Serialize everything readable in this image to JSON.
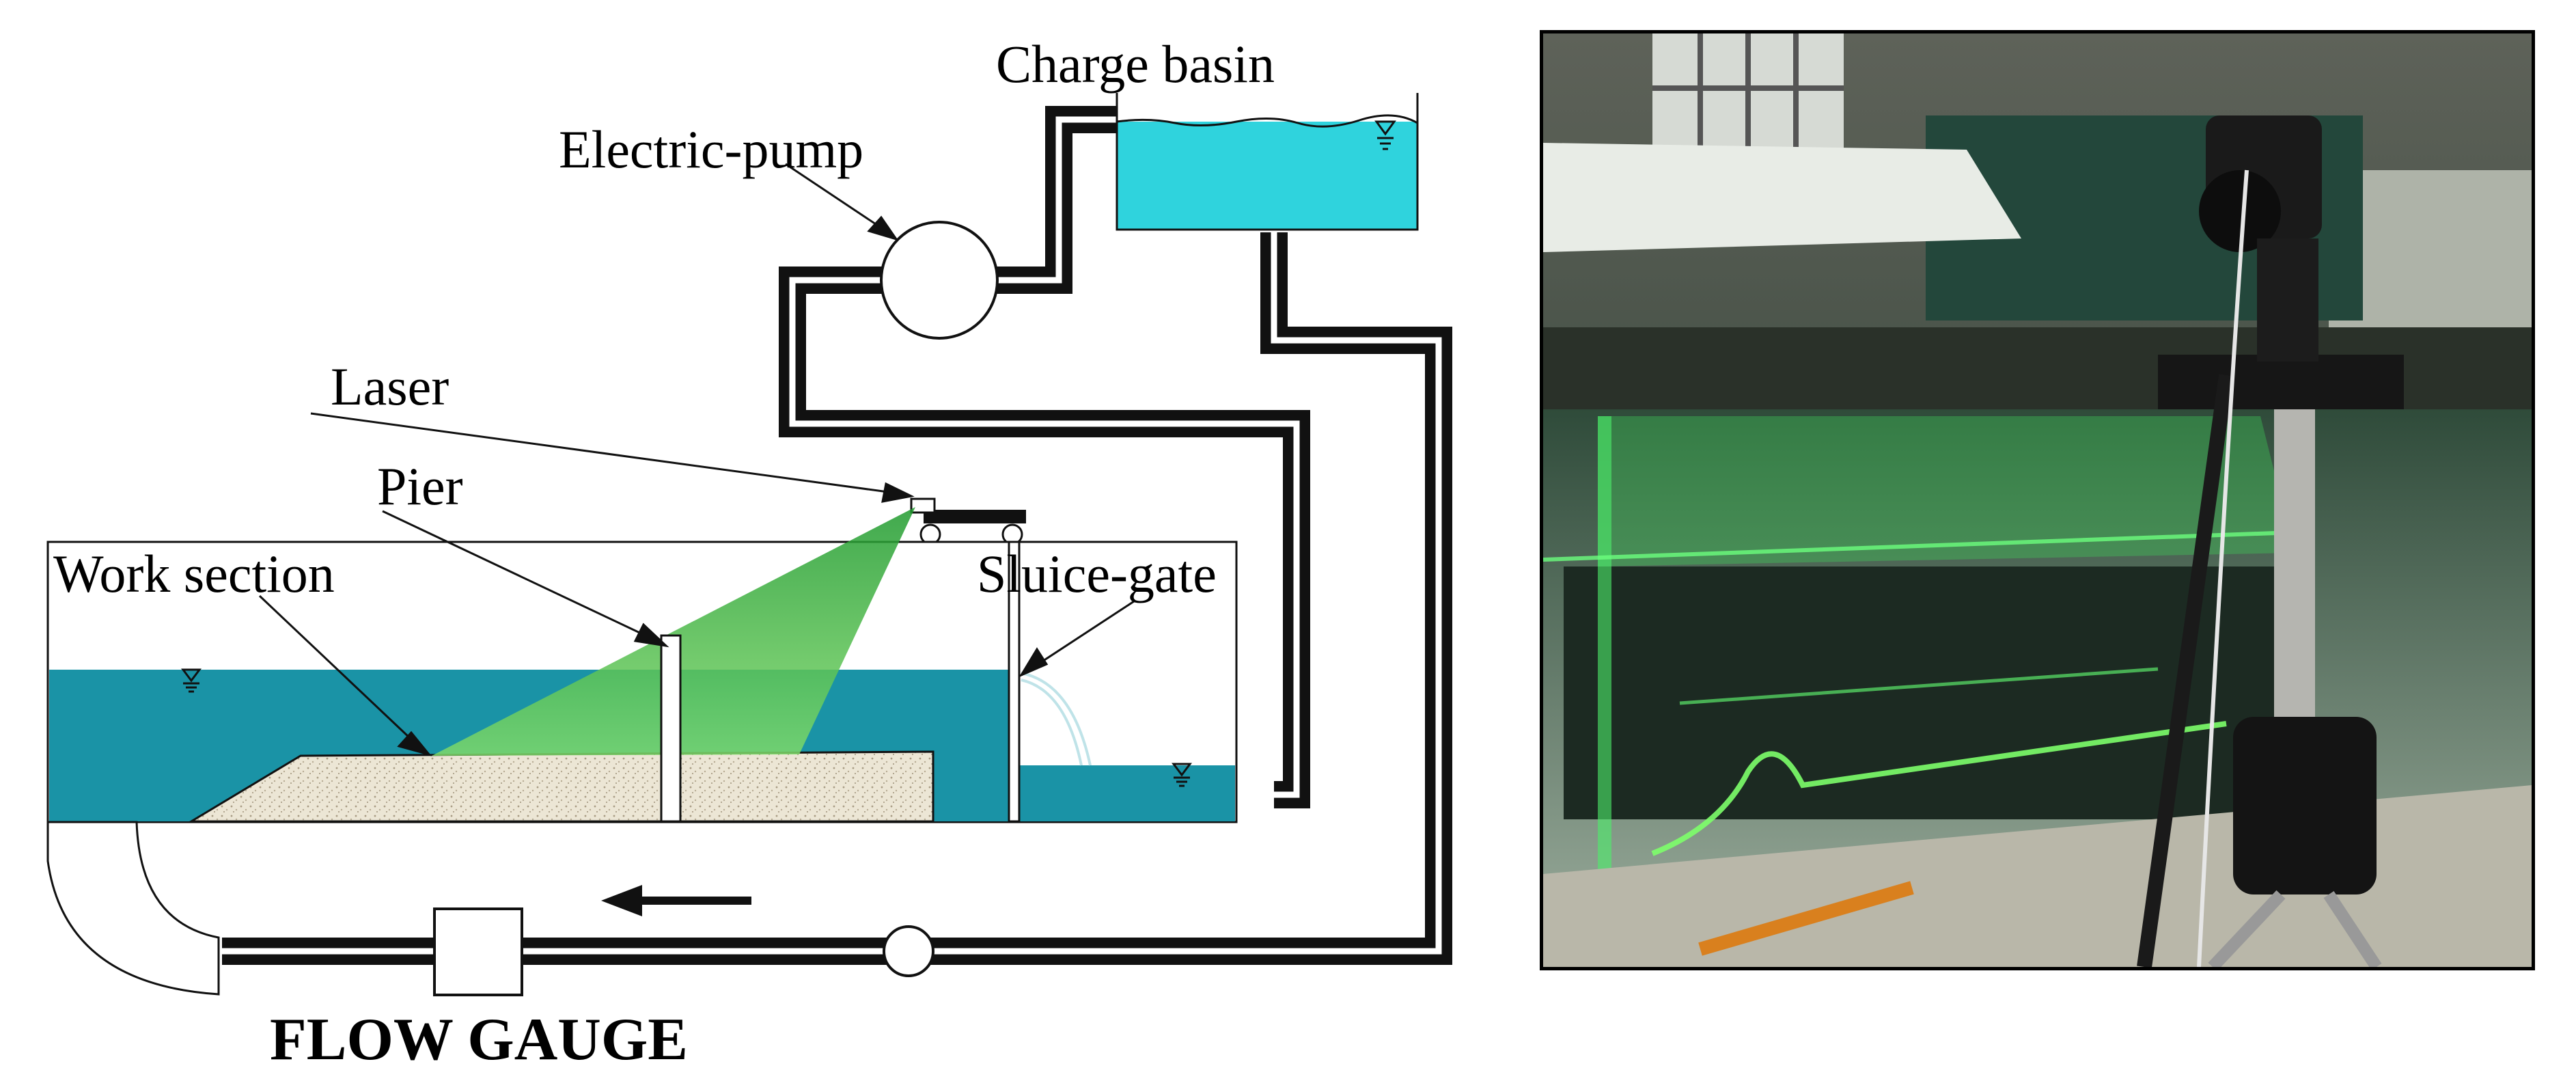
{
  "labels": {
    "charge_basin": "Charge basin",
    "electric_pump": "Electric-pump",
    "laser": "Laser",
    "pier": "Pier",
    "work_section": "Work section",
    "sluice_gate": "Sluice-gate",
    "flow_gauge": "FLOW GAUGE"
  },
  "colors": {
    "water": "#1a93a6",
    "basin_water": "#2fd3dd",
    "pipe": "#111111",
    "sediment": "#ece6d5",
    "laser_green": "#2fb34a"
  }
}
